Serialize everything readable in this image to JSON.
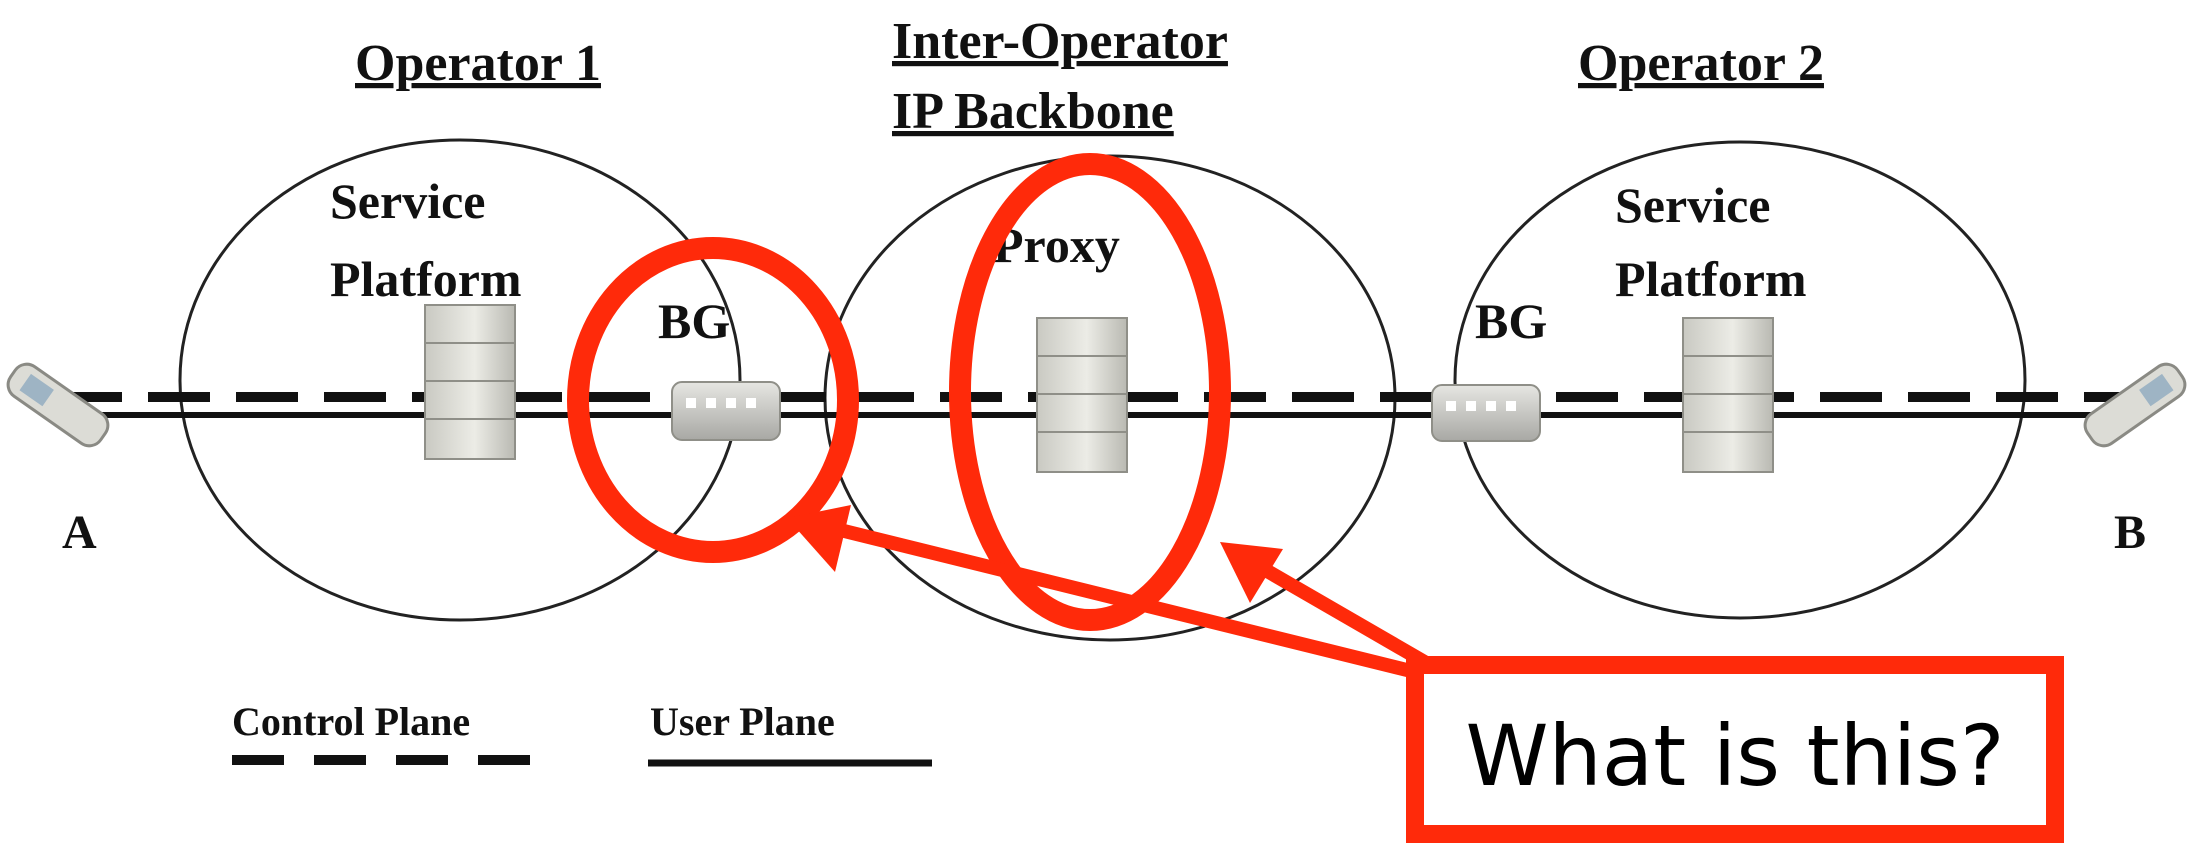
{
  "headings": {
    "operator1": "Operator 1",
    "inter_line1": "Inter-Operator",
    "inter_line2": "IP Backbone",
    "operator2": "Operator 2"
  },
  "labels": {
    "service1_line1": "Service",
    "service1_line2": "Platform",
    "bg1": "BG",
    "proxy": "Proxy",
    "bg2": "BG",
    "service2_line1": "Service",
    "service2_line2": "Platform",
    "endpoint_a": "A",
    "endpoint_b": "B"
  },
  "legend": {
    "control_plane": "Control Plane",
    "user_plane": "User Plane"
  },
  "annotation": {
    "question": "What is this?"
  },
  "colors": {
    "annotation_red": "#ff2a0a",
    "line": "#111111",
    "ellipse": "#222222"
  }
}
